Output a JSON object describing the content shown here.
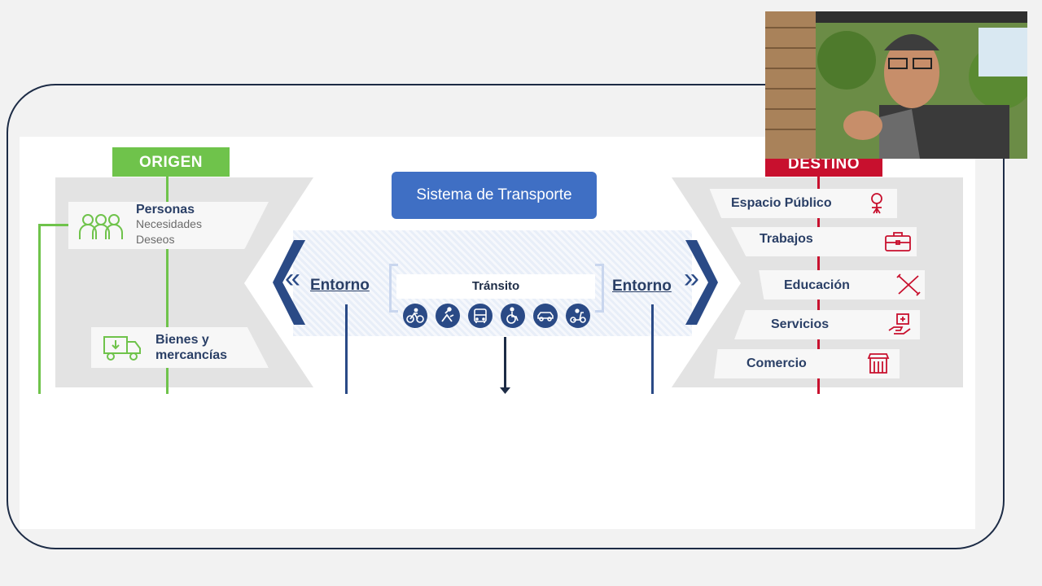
{
  "origin": {
    "title": "ORIGEN",
    "personas": {
      "title": "Personas",
      "line1": "Necesidades",
      "line2": "Deseos"
    },
    "bienes": {
      "line1": "Bienes y",
      "line2": "mercancías"
    }
  },
  "center": {
    "system_title": "Sistema de Transporte",
    "left_label": "Entorno",
    "right_label": "Entorno",
    "transit_label": "Tránsito",
    "modes": [
      "bicycle-icon",
      "walking-icon",
      "bus-icon",
      "wheelchair-icon",
      "car-icon",
      "scooter-icon"
    ]
  },
  "destination": {
    "title": "DESTINO",
    "items": [
      {
        "label": "Espacio Público",
        "icon": "person-tree-icon"
      },
      {
        "label": "Trabajos",
        "icon": "briefcase-icon"
      },
      {
        "label": "Educación",
        "icon": "pencil-ruler-icon"
      },
      {
        "label": "Servicios",
        "icon": "medical-hand-icon"
      },
      {
        "label": "Comercio",
        "icon": "shop-icon"
      }
    ]
  },
  "colors": {
    "green": "#6fc34b",
    "navy": "#2a3f66",
    "red": "#c8102e",
    "blue_button": "#3f6fc4"
  }
}
